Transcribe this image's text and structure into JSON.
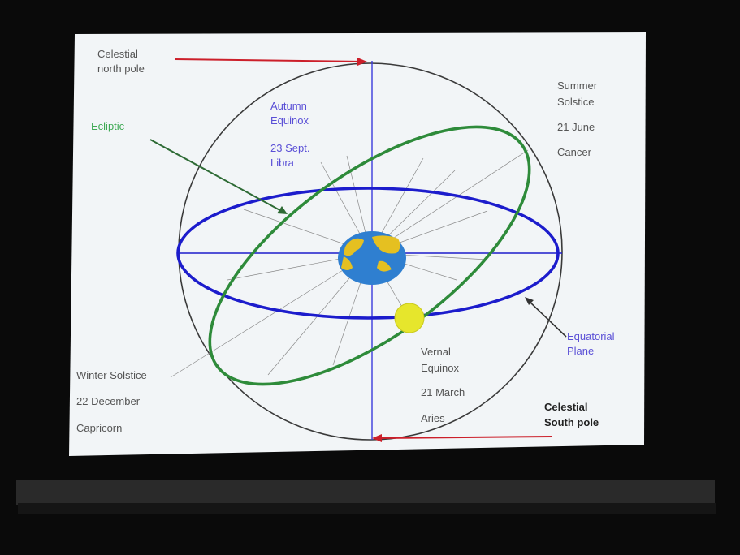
{
  "labels": {
    "north_pole": "Celestial\nnorth pole",
    "ecliptic": "Ecliptic",
    "autumn": {
      "line1": "Autumn\nEquinox",
      "line2": "23 Sept.\nLibra"
    },
    "summer": {
      "line1": "Summer\nSolstice",
      "line2": "21 June",
      "line3": "Cancer"
    },
    "winter": {
      "line1": "Winter Solstice",
      "line2": "22 December",
      "line3": "Capricorn"
    },
    "vernal": {
      "line1": "Vernal\nEquinox",
      "line2": "21 March",
      "line3": "Aries"
    },
    "equatorial_plane": "Equatorial\nPlane",
    "south_pole": "Celestial\nSouth pole"
  },
  "colors": {
    "screen": "#f4f6f8",
    "sphere": "#333333",
    "equator": "#1c1ccc",
    "ecliptic": "#2e8b3a",
    "arrow_red": "#cc1f2a",
    "earth_ocean": "#2f7fd0",
    "earth_land": "#e5c021",
    "sun": "#e6e62c"
  }
}
